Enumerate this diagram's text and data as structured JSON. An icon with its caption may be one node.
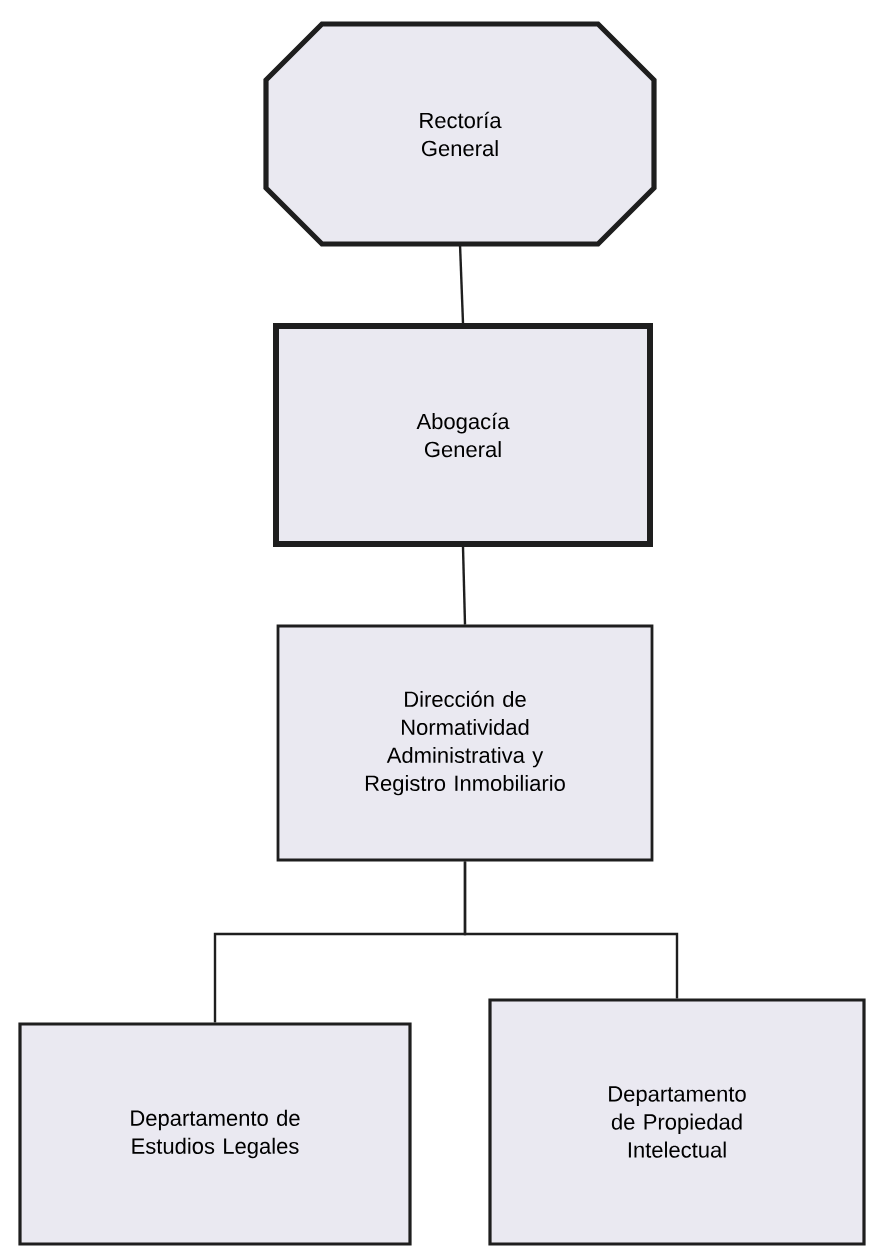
{
  "diagram": {
    "nodes": [
      {
        "text": [
          "Rectoría General"
        ]
      },
      {
        "text": [
          "Abogacía General"
        ]
      },
      {
        "text": [
          "Dirección de Normatividad Administrativa y Registro Inmobiliario"
        ]
      },
      {
        "text": [
          "Departamento de Estudios Legales"
        ]
      },
      {
        "text": [
          "Departamento de Propiedad Intelectual"
        ]
      }
    ],
    "edges": [
      {
        "from": 0,
        "to": 1,
        "arrow": "none"
      },
      {
        "from": 1,
        "to": 2,
        "arrow": "none"
      },
      {
        "from": 2,
        "to": 3,
        "arrow": "none"
      },
      {
        "from": 2,
        "to": 4,
        "arrow": "none"
      }
    ]
  }
}
